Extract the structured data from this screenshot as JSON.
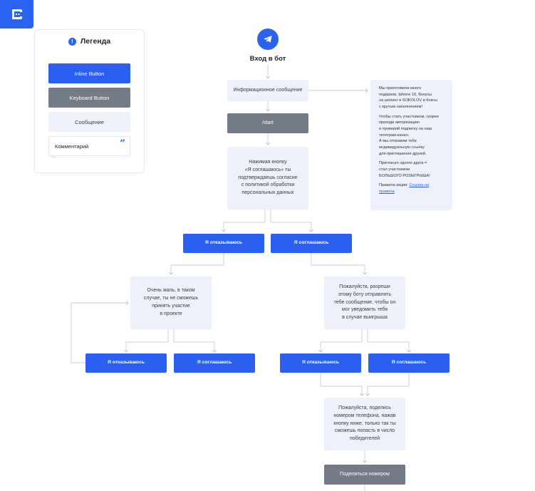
{
  "brand": {
    "logo_name": "chat-logo",
    "accent": "#2b63f0"
  },
  "legend": {
    "title": "Легенда",
    "info_icon": "!",
    "items": {
      "inline": "Inline Button",
      "keyboard": "Keyboard Button",
      "message": "Сообщение",
      "comment": "Комментарий"
    }
  },
  "flow": {
    "start_label": "Вход в бот",
    "start_icon": "telegram-icon",
    "info_message": "Информационное сообщение",
    "start_command": "/start",
    "consent_message": "Нажимая кнопку\n«Я соглашаюсь» ты\nподтверждаешь согласие\nс политикой обработки\nперсональных данных",
    "decline_button": "Я отказываюсь",
    "agree_button": "Я соглашаюсь",
    "sorry_message": "Очень жаль, в таком\nслучае, ты не сможешь\nпринять участие\nв проекте",
    "sorry_decline": "Я отказываюсь",
    "sorry_agree": "Я соглашаюсь",
    "notify_message": "Пожалуйста, разреши\nэтому боту отправлять\nтебе сообщение, чтобы он\nмог уведомить тебя\nв случае выигрыша",
    "notify_decline": "Я отказываюсь",
    "notify_agree": "Я соглашаюсь",
    "phone_message": "Пожалуйста, поделись\nномером телефона, нажав\nкнопку ниже, только так ты\nсможешь попасть в число\nпобедителей",
    "share_button": "Поделиться номером"
  },
  "info_box": {
    "p1": "Мы приготовили много\nподарков, Iphone 16, бонусы\nна шопинг в SOKOLOV и боксы\nс крутым наполнением!",
    "p2": "Чтобы стать участником, скорее\nпроходи авторизацию\nи проверяй подписку на наш\nтелеграм-канал.\nА мы отправим тебе\nиндивидуальную ссылку\nдля приглашения друзей.",
    "p3": "Пригласил одного друга =\nстал участником\nБОЛЬШОГО РОЗЫГРЫША!",
    "rules_prefix": "Правила акции: ",
    "rules_link": "Ссылка на\nправила"
  }
}
